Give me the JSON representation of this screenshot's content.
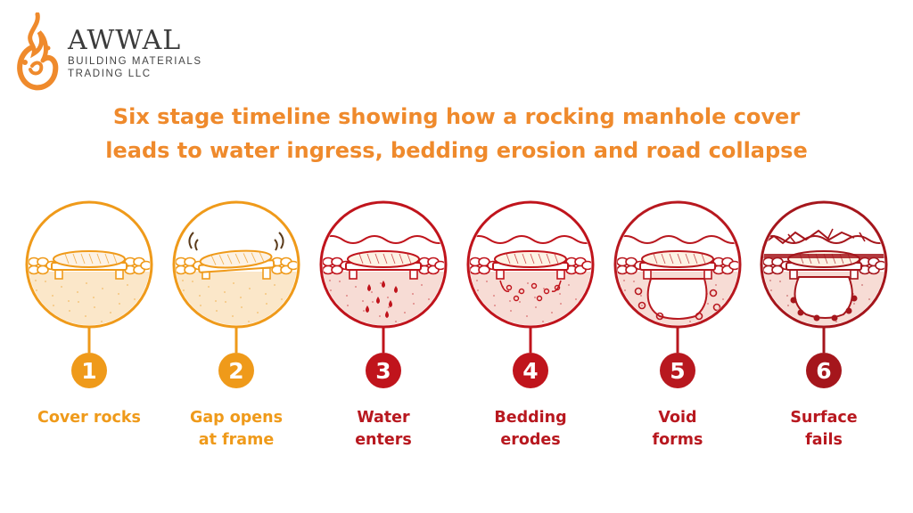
{
  "brand": {
    "name": "AWWAL",
    "subtitle_line1": "BUILDING MATERIALS",
    "subtitle_line2": "TRADING LLC",
    "color": "#ef8a2c"
  },
  "headline": {
    "line1": "Six stage timeline showing how a rocking manhole cover",
    "line2": "leads to water ingress, bedding erosion and road collapse"
  },
  "colors": {
    "orange": "#ef9a1a",
    "red": "#b8181f",
    "timeline_gradient": [
      "#ef9a1a",
      "#c0141c"
    ]
  },
  "stages": [
    {
      "number": "1",
      "line1": "Cover rocks",
      "line2": "",
      "color": "#ef9a1a",
      "icon": "stable-cover-icon"
    },
    {
      "number": "2",
      "line1": "Gap opens",
      "line2": "at frame",
      "color": "#ef9a1a",
      "icon": "rocking-cover-icon"
    },
    {
      "number": "3",
      "line1": "Water",
      "line2": "enters",
      "color": "#c0141c",
      "icon": "water-drops-icon"
    },
    {
      "number": "4",
      "line1": "Bedding",
      "line2": "erodes",
      "color": "#c0141c",
      "icon": "erosion-icon"
    },
    {
      "number": "5",
      "line1": "Void",
      "line2": "forms",
      "color": "#b8181f",
      "icon": "void-icon"
    },
    {
      "number": "6",
      "line1": "Surface",
      "line2": "fails",
      "color": "#a5161c",
      "icon": "collapse-icon"
    }
  ]
}
